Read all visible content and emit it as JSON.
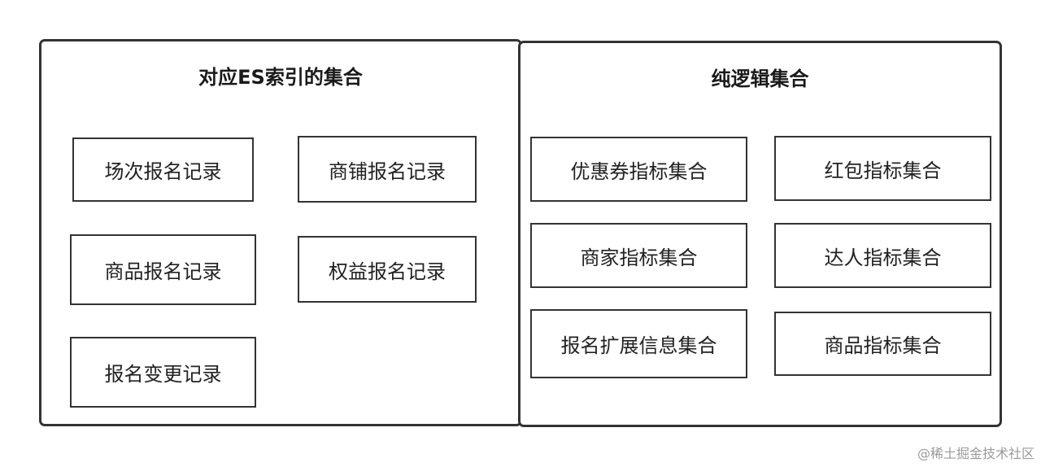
{
  "groups": {
    "es": {
      "title": "对应ES索引的集合",
      "items": [
        "场次报名记录",
        "商铺报名记录",
        "商品报名记录",
        "权益报名记录",
        "报名变更记录"
      ]
    },
    "logic": {
      "title": "纯逻辑集合",
      "items": [
        "优惠券指标集合",
        "红包指标集合",
        "商家指标集合",
        "达人指标集合",
        "报名扩展信息集合",
        "商品指标集合"
      ]
    }
  },
  "watermark": "@稀土掘金技术社区"
}
